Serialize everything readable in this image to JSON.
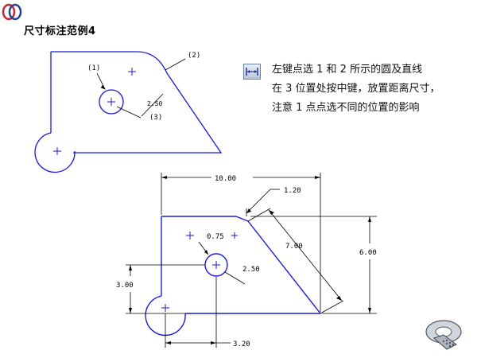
{
  "title": "尺寸标注范例4",
  "instructions": {
    "line1": "左键点选 1 和 2 所示的圆及直线",
    "line2": "在 3 位置处按中键，放置距离尺寸，",
    "line3": "注意  1  点点选不同的位置的影响"
  },
  "toolbar": {
    "icon": "dimension-icon"
  },
  "top_diagram": {
    "callout1": "(1)",
    "callout2": "(2)",
    "callout3": "(3)",
    "dim_250": "2.50"
  },
  "bottom_diagram": {
    "dim_width": "10.00",
    "dim_chamfer": "1.20",
    "dim_slant": "7.00",
    "dim_height": "6.00",
    "dim_hole_radius": "0.75",
    "dim_hole_line": "2.50",
    "dim_hole_y": "3.00",
    "dim_hole_x": "3.20"
  },
  "colors": {
    "geometry": "#1a1ad6",
    "dimension": "#000000"
  }
}
